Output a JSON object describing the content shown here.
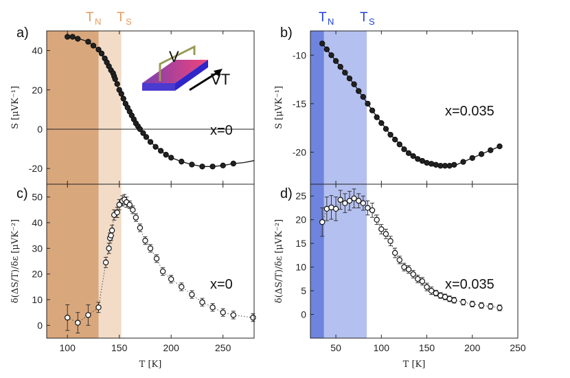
{
  "colors": {
    "tn_shade_a": "#d9a77c",
    "ts_shade_a": "#f2dcc7",
    "tn_shade_b": "#6f84de",
    "ts_shade_b": "#b4c0ef",
    "label_orange": "#e79a5a",
    "label_blue": "#1e3fd6"
  },
  "header": {
    "left": {
      "tn": "T",
      "tn_sub": "N",
      "ts": "T",
      "ts_sub": "S"
    },
    "right": {
      "tn": "T",
      "tn_sub": "N",
      "ts": "T",
      "ts_sub": "S"
    }
  },
  "inset": {
    "v_label": "V",
    "grad_label": "∇T"
  },
  "chart_data": [
    {
      "panel": "a)",
      "type": "line",
      "ylabel": "S [μVK⁻¹]",
      "annotation": "x=0",
      "xlim": [
        80,
        280
      ],
      "ylim": [
        -28,
        50
      ],
      "xticks": [
        100,
        150,
        200,
        250
      ],
      "yticks": [
        -20,
        0,
        20,
        40
      ],
      "yticklabels": [
        "-20",
        "0",
        "20",
        "40"
      ],
      "zero_line": true,
      "shading": {
        "tn": [
          80,
          130
        ],
        "ts": [
          130,
          152
        ]
      },
      "marker": "filled",
      "x": [
        100,
        105,
        110,
        120,
        125,
        130,
        133,
        136,
        138,
        140,
        142,
        144,
        145,
        146,
        148,
        150,
        152,
        154,
        156,
        158,
        160,
        162,
        164,
        166,
        168,
        170,
        173,
        176,
        180,
        185,
        190,
        195,
        200,
        210,
        220,
        230,
        240,
        250,
        260
      ],
      "y": [
        47,
        47,
        46,
        44.5,
        42.5,
        40.5,
        38.5,
        36,
        34,
        32,
        30,
        28.5,
        27,
        25.5,
        23,
        20,
        18,
        15.5,
        13,
        11,
        9,
        7,
        5,
        3,
        1.5,
        0,
        -2,
        -4,
        -6.5,
        -9,
        -11,
        -13,
        -14.5,
        -16.5,
        -18,
        -19,
        -19,
        -18.5,
        -17.5
      ],
      "fit_x": [
        100,
        110,
        120,
        130,
        140,
        150,
        160,
        170,
        180,
        190,
        200,
        210,
        220,
        230,
        240,
        250,
        260,
        270,
        280
      ],
      "fit_y": [
        47.2,
        46.3,
        44.5,
        40.5,
        32,
        20,
        9,
        0,
        -6.5,
        -11,
        -14.5,
        -16.5,
        -18,
        -19,
        -19,
        -18.5,
        -17.5,
        -17,
        -16
      ]
    },
    {
      "panel": "b)",
      "type": "line",
      "ylabel": "S [μVK⁻¹]",
      "annotation": "x=0.035",
      "xlim": [
        22,
        250
      ],
      "ylim": [
        -23.3,
        -7.5
      ],
      "xticks": [
        50,
        100,
        150,
        200,
        250
      ],
      "yticks": [
        -20,
        -15,
        -10
      ],
      "yticklabels": [
        "-20",
        "-15",
        "-10"
      ],
      "zero_line": false,
      "shading": {
        "tn": [
          22,
          37
        ],
        "ts": [
          37,
          84
        ]
      },
      "marker": "filled",
      "x": [
        35,
        40,
        45,
        50,
        55,
        60,
        65,
        70,
        75,
        80,
        85,
        90,
        95,
        100,
        105,
        110,
        115,
        120,
        125,
        130,
        135,
        140,
        145,
        150,
        155,
        160,
        165,
        170,
        175,
        180,
        190,
        200,
        210,
        220,
        230
      ],
      "y": [
        -8.8,
        -9.4,
        -10.0,
        -10.6,
        -11.2,
        -11.8,
        -12.4,
        -13.0,
        -13.7,
        -14.3,
        -15.0,
        -15.7,
        -16.4,
        -17.0,
        -17.6,
        -18.2,
        -18.7,
        -19.2,
        -19.7,
        -20.1,
        -20.4,
        -20.7,
        -20.9,
        -21.1,
        -21.2,
        -21.3,
        -21.4,
        -21.4,
        -21.4,
        -21.3,
        -21.0,
        -20.6,
        -20.2,
        -19.8,
        -19.4
      ],
      "fit_x": [
        35,
        50,
        70,
        90,
        110,
        130,
        150,
        170,
        180,
        190,
        200,
        210,
        220,
        230
      ],
      "fit_y": [
        -8.8,
        -10.6,
        -13.0,
        -15.7,
        -18.2,
        -20.1,
        -21.1,
        -21.4,
        -21.4,
        -21.0,
        -20.6,
        -20.2,
        -19.8,
        -19.4
      ]
    },
    {
      "panel": "c)",
      "type": "scatter",
      "ylabel": "δ(ΔS/T)/δε [μVK⁻²]",
      "xlabel": "T [K]",
      "annotation": "x=0",
      "xlim": [
        80,
        280
      ],
      "ylim": [
        -5,
        55
      ],
      "xticks": [
        100,
        150,
        200,
        250
      ],
      "yticks": [
        0,
        10,
        20,
        30,
        40,
        50
      ],
      "yticklabels": [
        "0",
        "10",
        "20",
        "30",
        "40",
        "50"
      ],
      "zero_line": false,
      "shading": {
        "tn": [
          80,
          130
        ],
        "ts": [
          130,
          152
        ]
      },
      "marker": "open",
      "connector": "dotted",
      "x": [
        100,
        110,
        120,
        130,
        137,
        140,
        141,
        142,
        143,
        145,
        148,
        150,
        153,
        155,
        157,
        160,
        163,
        166,
        170,
        175,
        180,
        186,
        192,
        200,
        210,
        220,
        230,
        240,
        250,
        260,
        279
      ],
      "y": [
        3,
        1,
        4,
        7,
        24.5,
        30,
        34,
        35,
        37,
        43,
        44,
        47,
        48.5,
        49,
        48,
        47,
        45,
        42,
        38,
        33,
        30,
        26,
        21,
        18,
        15,
        12,
        9,
        7,
        5,
        4,
        3
      ],
      "err": [
        5,
        4,
        4,
        2,
        2,
        2,
        2,
        2,
        2,
        2,
        2,
        2,
        2,
        2,
        2,
        1.5,
        1.5,
        1.5,
        1.5,
        1.5,
        1.5,
        1.5,
        1.5,
        1.5,
        1.5,
        1.5,
        1.5,
        1.5,
        1.5,
        1.5,
        1.5
      ]
    },
    {
      "panel": "d)",
      "type": "scatter",
      "ylabel": "δ(ΔS/T)/δε [μVK⁻²]",
      "xlabel": "T [K]",
      "annotation": "x=0.035",
      "xlim": [
        22,
        250
      ],
      "ylim": [
        -5,
        27.5
      ],
      "xticks": [
        50,
        100,
        150,
        200,
        250
      ],
      "yticks": [
        0,
        5,
        10,
        15,
        20,
        25
      ],
      "yticklabels": [
        "0",
        "5",
        "10",
        "15",
        "20",
        "25"
      ],
      "zero_line": false,
      "shading": {
        "tn": [
          22,
          37
        ],
        "ts": [
          37,
          84
        ]
      },
      "marker": "open",
      "connector": "dotted",
      "x": [
        35,
        40,
        45,
        50,
        55,
        60,
        65,
        70,
        75,
        80,
        85,
        90,
        95,
        100,
        105,
        110,
        115,
        120,
        125,
        130,
        135,
        140,
        145,
        150,
        155,
        160,
        165,
        170,
        175,
        180,
        190,
        200,
        210,
        220,
        230
      ],
      "y": [
        19.5,
        22.3,
        22.6,
        22.3,
        24.2,
        23.5,
        24.0,
        24.5,
        24.0,
        23.5,
        22.5,
        22.0,
        20.0,
        18.0,
        17.0,
        15.5,
        13.0,
        11.5,
        10.0,
        9.5,
        8.5,
        7.5,
        7.0,
        5.8,
        5.0,
        4.5,
        4.0,
        3.7,
        3.3,
        3.0,
        2.6,
        2.2,
        1.9,
        1.7,
        1.4
      ],
      "err": [
        3,
        2.5,
        2.5,
        2.5,
        2,
        2,
        2,
        2,
        1.5,
        1.5,
        1.5,
        1.5,
        1,
        1,
        1,
        1,
        1,
        0.8,
        0.8,
        0.8,
        0.8,
        0.8,
        0.8,
        0.8,
        0.8,
        0.6,
        0.6,
        0.6,
        0.6,
        0.6,
        0.6,
        0.6,
        0.6,
        0.6,
        0.6
      ]
    }
  ]
}
